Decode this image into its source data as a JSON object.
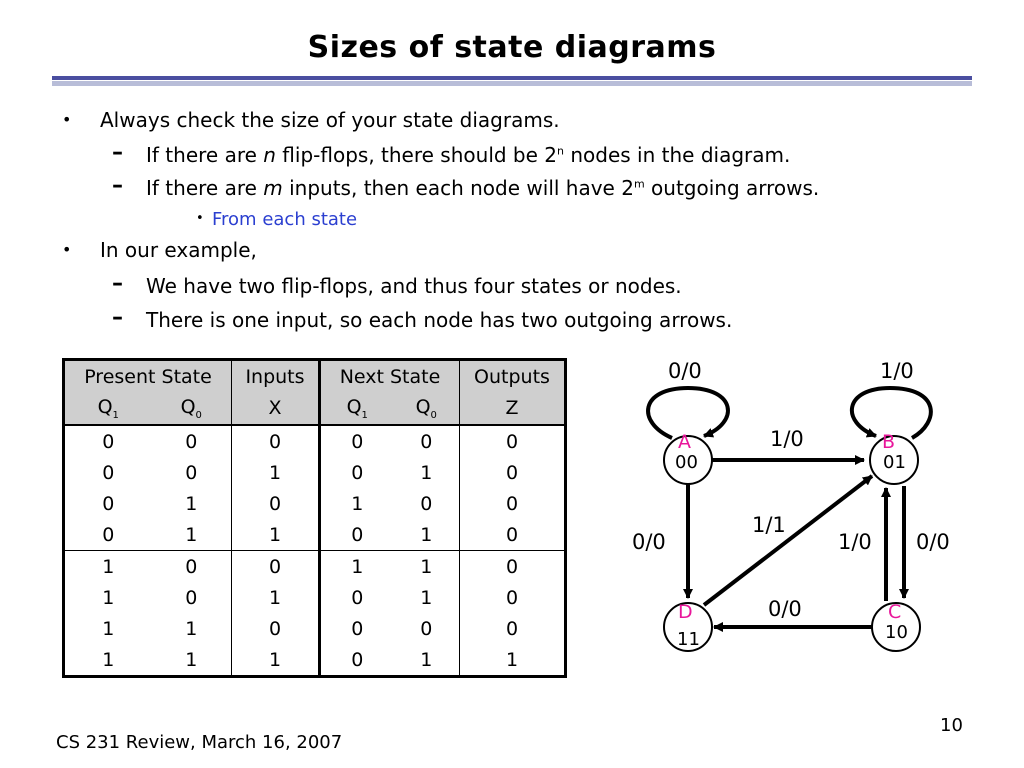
{
  "slide": {
    "title": "Sizes of state diagrams",
    "footer": "CS 231 Review, March 16, 2007",
    "page_number": "10"
  },
  "bullets": {
    "b1": "Always check the size of your state diagrams.",
    "b1_s1_a": "If there are ",
    "b1_s1_var": "n",
    "b1_s1_b": " flip-flops, there should be 2",
    "b1_s1_sup": "n",
    "b1_s1_c": " nodes in the diagram.",
    "b1_s2_a": "If there are ",
    "b1_s2_var": "m",
    "b1_s2_b": " inputs, then each node will have 2",
    "b1_s2_sup": "m",
    "b1_s2_c": " outgoing arrows.",
    "b1_s2_sub": "From each state",
    "b2": "In our example,",
    "b2_s1": "We have two flip-flops, and thus four states or nodes.",
    "b2_s2": "There is one input, so each node has two outgoing arrows."
  },
  "table": {
    "headers": {
      "present": "Present State",
      "inputs": "Inputs",
      "next": "Next State",
      "outputs": "Outputs",
      "q1": "Q",
      "q1_sub": "1",
      "q0": "Q",
      "q0_sub": "0",
      "x": "X",
      "nq1": "Q",
      "nq1_sub": "1",
      "nq0": "Q",
      "nq0_sub": "0",
      "z": "Z"
    },
    "rows": [
      [
        "0",
        "0",
        "0",
        "0",
        "0",
        "0"
      ],
      [
        "0",
        "0",
        "1",
        "0",
        "1",
        "0"
      ],
      [
        "0",
        "1",
        "0",
        "1",
        "0",
        "0"
      ],
      [
        "0",
        "1",
        "1",
        "0",
        "1",
        "0"
      ],
      [
        "1",
        "0",
        "0",
        "1",
        "1",
        "0"
      ],
      [
        "1",
        "0",
        "1",
        "0",
        "1",
        "0"
      ],
      [
        "1",
        "1",
        "0",
        "0",
        "0",
        "0"
      ],
      [
        "1",
        "1",
        "1",
        "0",
        "1",
        "1"
      ]
    ]
  },
  "diagram": {
    "nodes": {
      "A": {
        "name": "A",
        "code": "00"
      },
      "B": {
        "name": "B",
        "code": "01"
      },
      "C": {
        "name": "C",
        "code": "10"
      },
      "D": {
        "name": "D",
        "code": "11"
      }
    },
    "edge_labels": {
      "A_self": "0/0",
      "B_self": "1/0",
      "A_B": "1/0",
      "A_D": "0/0",
      "D_B": "1/1",
      "C_B": "1/0",
      "B_C": "0/0",
      "C_D": "0/0"
    },
    "colors": {
      "state_name": "#e8179b",
      "arrow": "#000000"
    }
  }
}
